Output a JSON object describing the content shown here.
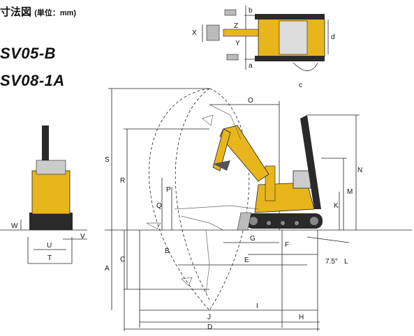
{
  "header": {
    "title": "寸法図",
    "unit": "(単位：mm)"
  },
  "models": [
    "SV05-B",
    "SV08-1A"
  ],
  "labels": {
    "A": "A",
    "B": "B",
    "C": "C",
    "D": "D",
    "E": "E",
    "F": "F",
    "G": "G",
    "H": "H",
    "I": "I",
    "J": "J",
    "K": "K",
    "L": "L",
    "M": "M",
    "N": "N",
    "O": "O",
    "P": "P",
    "Q": "Q",
    "R": "R",
    "S": "S",
    "T": "T",
    "U": "U",
    "V": "V",
    "W": "W",
    "X": "X",
    "Y": "Y",
    "Z": "Z",
    "a": "a",
    "b": "b",
    "c": "c",
    "d": "d",
    "angle": "7.5°"
  },
  "colors": {
    "machine": "#e8b51c",
    "machine_dark": "#2a2a2a",
    "line": "#222222"
  }
}
